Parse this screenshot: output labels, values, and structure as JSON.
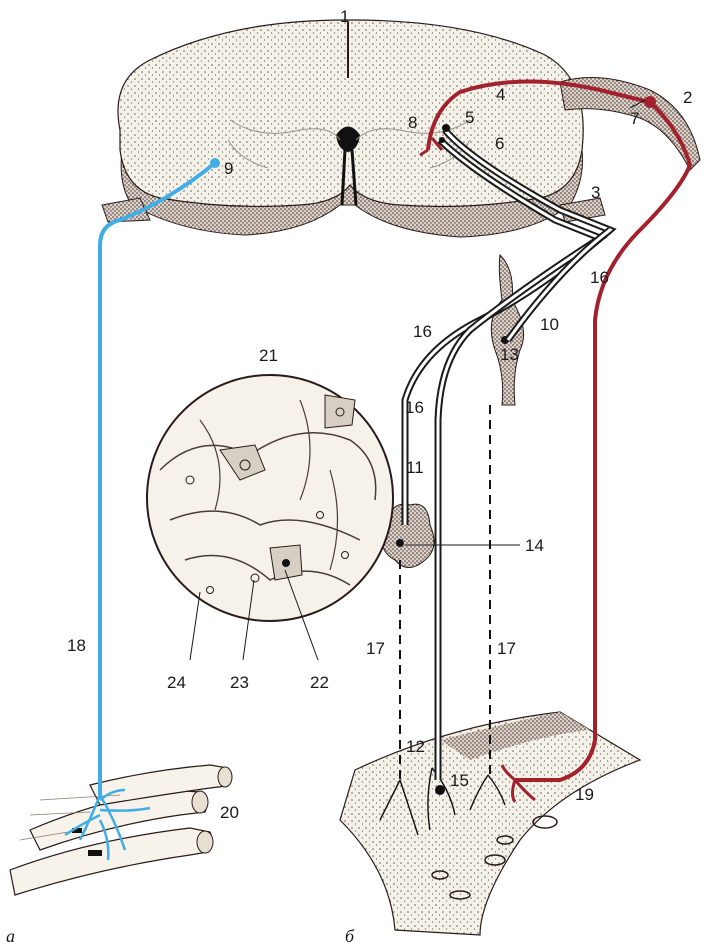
{
  "figure": {
    "colors": {
      "somatic": "#41ade6",
      "afferent": "#a3212c",
      "efferent_outline": "#1a1a1a",
      "tissue": "#f2efe6",
      "tissue_dark": "#3a2a2a"
    },
    "panel_labels": [
      "а",
      "б"
    ],
    "labels": [
      {
        "id": "1",
        "text": "1"
      },
      {
        "id": "2",
        "text": "2"
      },
      {
        "id": "3",
        "text": "3"
      },
      {
        "id": "4",
        "text": "4"
      },
      {
        "id": "5",
        "text": "5"
      },
      {
        "id": "6",
        "text": "6"
      },
      {
        "id": "7",
        "text": "7"
      },
      {
        "id": "8",
        "text": "8"
      },
      {
        "id": "9",
        "text": "9"
      },
      {
        "id": "10",
        "text": "10"
      },
      {
        "id": "11",
        "text": "11"
      },
      {
        "id": "12",
        "text": "12"
      },
      {
        "id": "13",
        "text": "13"
      },
      {
        "id": "14",
        "text": "14"
      },
      {
        "id": "15",
        "text": "15"
      },
      {
        "id": "16a",
        "text": "16"
      },
      {
        "id": "16b",
        "text": "16"
      },
      {
        "id": "16c",
        "text": "16"
      },
      {
        "id": "17a",
        "text": "17"
      },
      {
        "id": "17b",
        "text": "17"
      },
      {
        "id": "18",
        "text": "18"
      },
      {
        "id": "19",
        "text": "19"
      },
      {
        "id": "20",
        "text": "20"
      },
      {
        "id": "21",
        "text": "21"
      },
      {
        "id": "22",
        "text": "22"
      },
      {
        "id": "23",
        "text": "23"
      },
      {
        "id": "24",
        "text": "24"
      }
    ]
  }
}
